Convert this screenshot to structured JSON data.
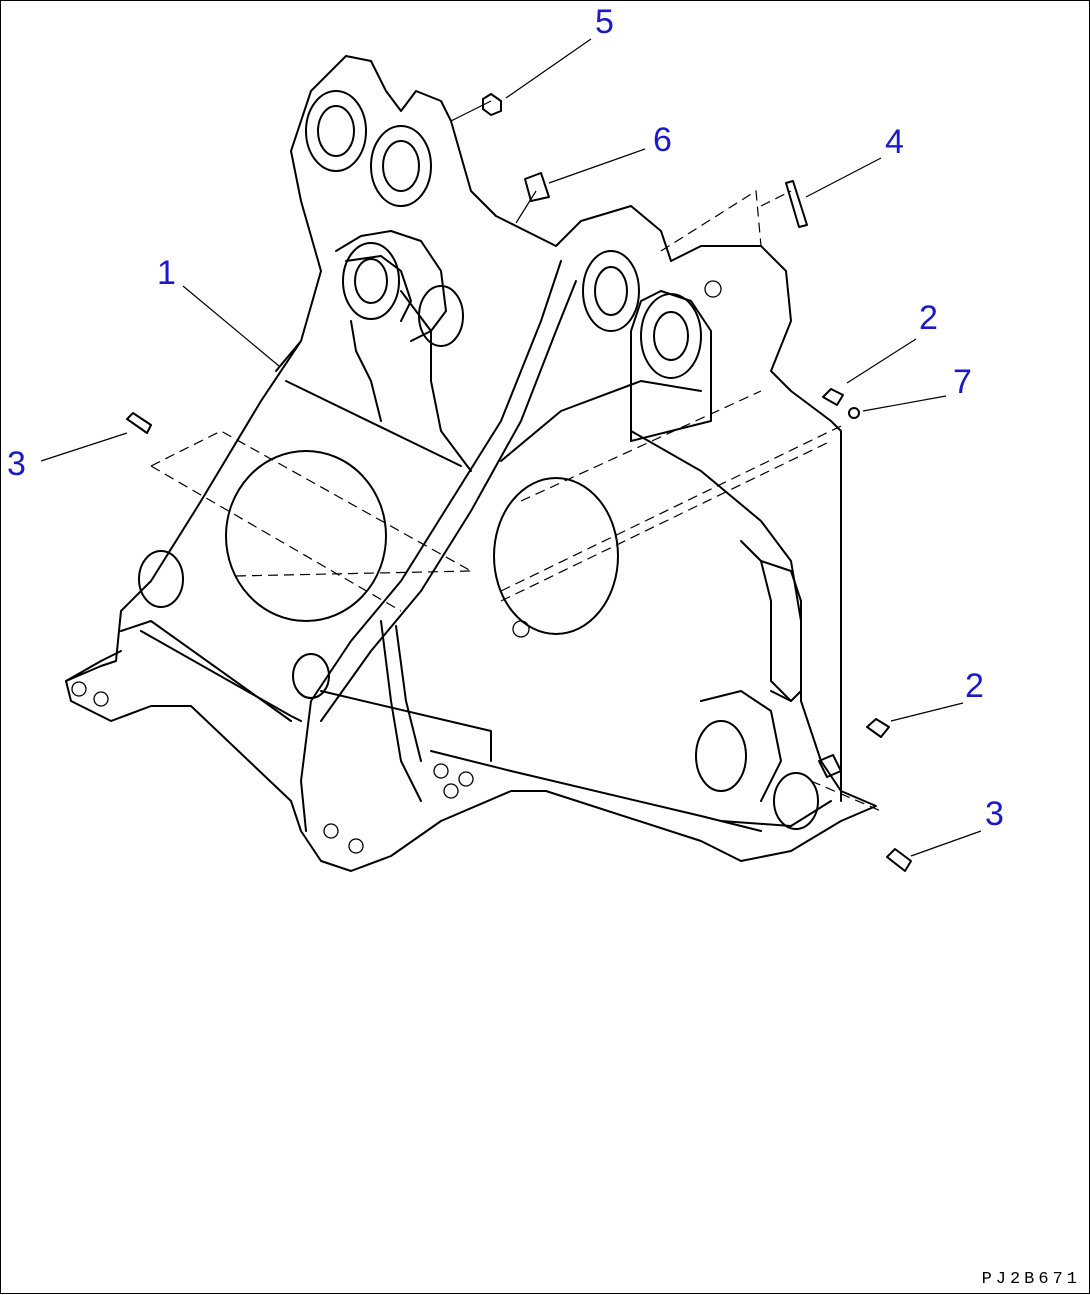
{
  "callouts": [
    {
      "id": "c1",
      "label": "1"
    },
    {
      "id": "c2a",
      "label": "2"
    },
    {
      "id": "c2b",
      "label": "2"
    },
    {
      "id": "c3a",
      "label": "3"
    },
    {
      "id": "c3b",
      "label": "3"
    },
    {
      "id": "c4",
      "label": "4"
    },
    {
      "id": "c5",
      "label": "5"
    },
    {
      "id": "c6",
      "label": "6"
    },
    {
      "id": "c7",
      "label": "7"
    }
  ],
  "figure_code": "PJ2B671",
  "colors": {
    "callout": "#1a1acc",
    "line": "#000000",
    "background": "#ffffff"
  }
}
